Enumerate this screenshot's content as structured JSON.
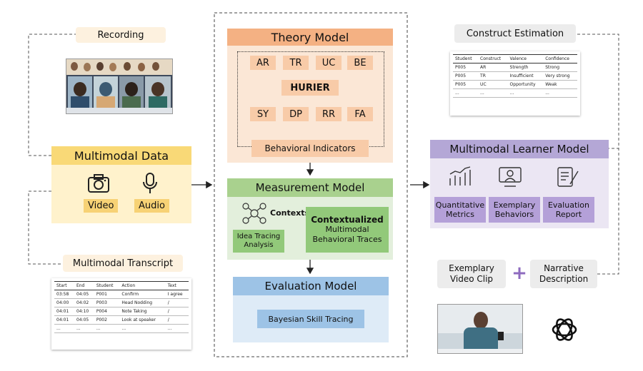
{
  "recording": {
    "label": "Recording"
  },
  "multimodal_data": {
    "title": "Multimodal Data",
    "video_label": "Video",
    "audio_label": "Audio"
  },
  "transcript": {
    "title": "Multimodal Transcript",
    "headers": [
      "Start",
      "End",
      "Student",
      "Action",
      "Text"
    ],
    "rows": [
      [
        "03:58",
        "04:05",
        "P001",
        "Confirm",
        "I agree"
      ],
      [
        "04:00",
        "04:02",
        "P003",
        "Head Nodding",
        "/"
      ],
      [
        "04:01",
        "04:10",
        "P004",
        "Note Taking",
        "/"
      ],
      [
        "04:01",
        "04:05",
        "P002",
        "Look at speaker",
        "/"
      ],
      [
        "...",
        "...",
        "...",
        "...",
        "..."
      ]
    ]
  },
  "theory_model": {
    "title": "Theory Model",
    "top_codes": [
      "AR",
      "TR",
      "UC",
      "BE"
    ],
    "center_code": "HURIER",
    "bottom_codes": [
      "SY",
      "DP",
      "RR",
      "FA"
    ],
    "indicators_label": "Behavioral Indicators"
  },
  "measurement_model": {
    "title": "Measurement Model",
    "contexts_label": "Contexts",
    "idea_tracing_label": "Idea Tracing\nAnalysis",
    "traces_bold": "Contextualized",
    "traces_rest": "Multimodal\nBehavioral Traces"
  },
  "evaluation_model": {
    "title": "Evaluation Model",
    "bst_label": "Bayesian Skill Tracing"
  },
  "construct_estimation": {
    "title": "Construct Estimation",
    "headers": [
      "Student",
      "Construct",
      "Valence",
      "Confidence"
    ],
    "rows": [
      [
        "P005",
        "AR",
        "Strength",
        "Strong"
      ],
      [
        "P005",
        "TR",
        "Insufficient",
        "Very strong"
      ],
      [
        "P005",
        "UC",
        "Opportunity",
        "Weak"
      ],
      [
        "...",
        "...",
        "...",
        "..."
      ]
    ]
  },
  "learner_model": {
    "title": "Multimodal Learner Model",
    "items": [
      "Quantitative\nMetrics",
      "Exemplary\nBehaviors",
      "Evaluation\nReport"
    ]
  },
  "exemplary_clip": {
    "label": "Exemplary\nVideo Clip"
  },
  "narrative": {
    "label": "Narrative\nDescription"
  },
  "colors": {
    "theory_bg": "#fbe7d6",
    "theory_header": "#f4b183",
    "code_box": "#f8cba8",
    "measure_bg": "#e3efdc",
    "measure_header": "#a9d18e",
    "measure_box": "#92c97a",
    "eval_bg": "#deebf7",
    "eval_header": "#9dc3e6",
    "data_bg": "#fff2cc",
    "data_header": "#f9d977",
    "learner_bg": "#ebe6f3",
    "learner_header": "#b4a7d6",
    "learner_item": "#b4a0d8",
    "grey_box": "#ececec",
    "plus": "#8e6bbf"
  }
}
